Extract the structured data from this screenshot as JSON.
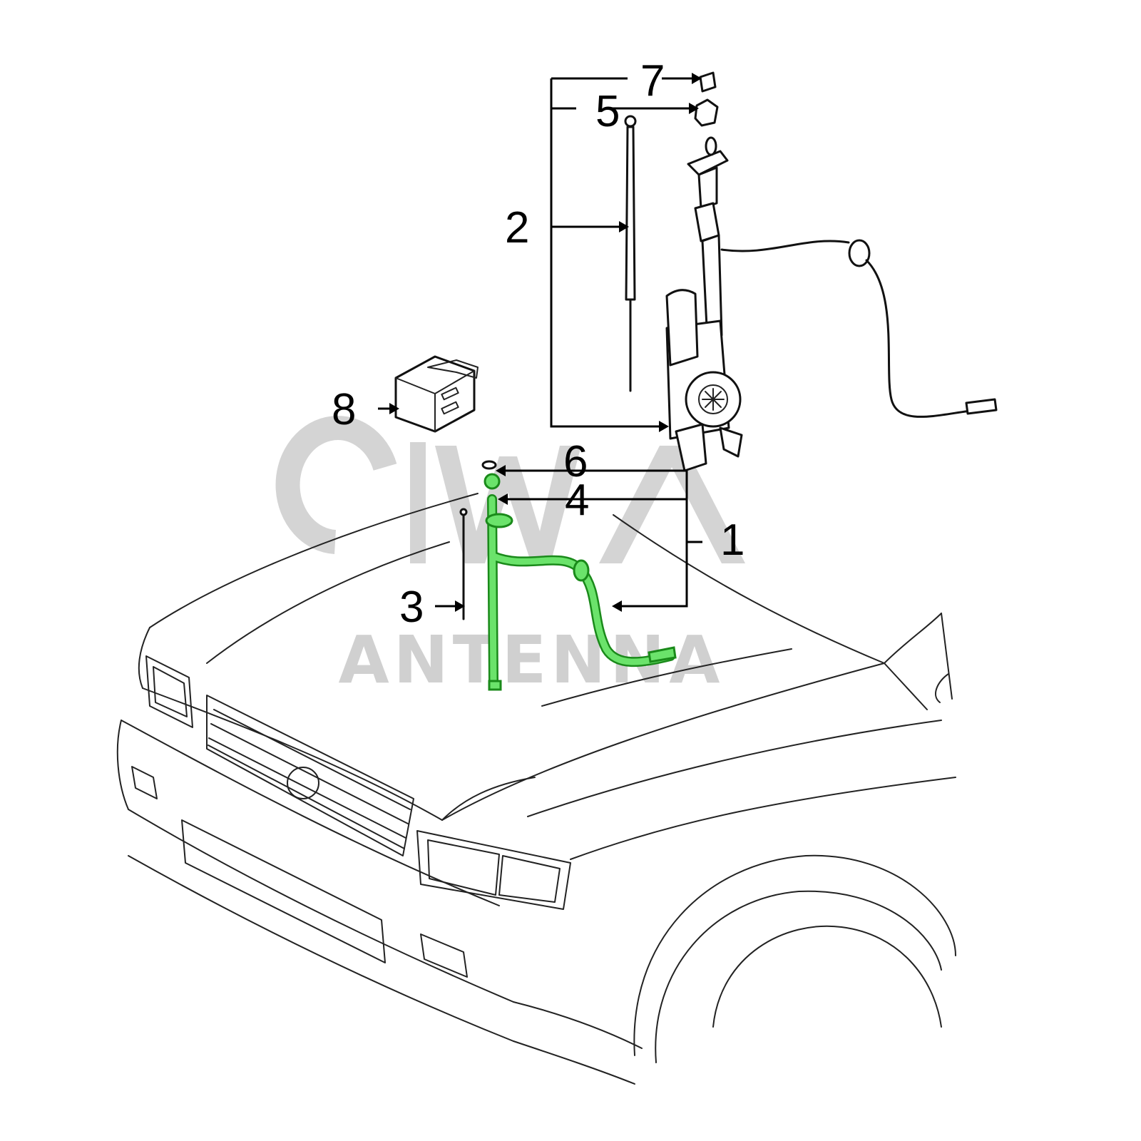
{
  "callouts": [
    {
      "id": "1",
      "label": "1"
    },
    {
      "id": "2",
      "label": "2"
    },
    {
      "id": "3",
      "label": "3"
    },
    {
      "id": "4",
      "label": "4"
    },
    {
      "id": "5",
      "label": "5"
    },
    {
      "id": "6",
      "label": "6"
    },
    {
      "id": "7",
      "label": "7"
    },
    {
      "id": "8",
      "label": "8"
    }
  ],
  "watermark": {
    "text": "ANTENNA",
    "color": "#d0d0d0"
  },
  "colors": {
    "highlight": "#6be36b",
    "highlight_outline": "#1a8a1a",
    "line": "#111111"
  }
}
